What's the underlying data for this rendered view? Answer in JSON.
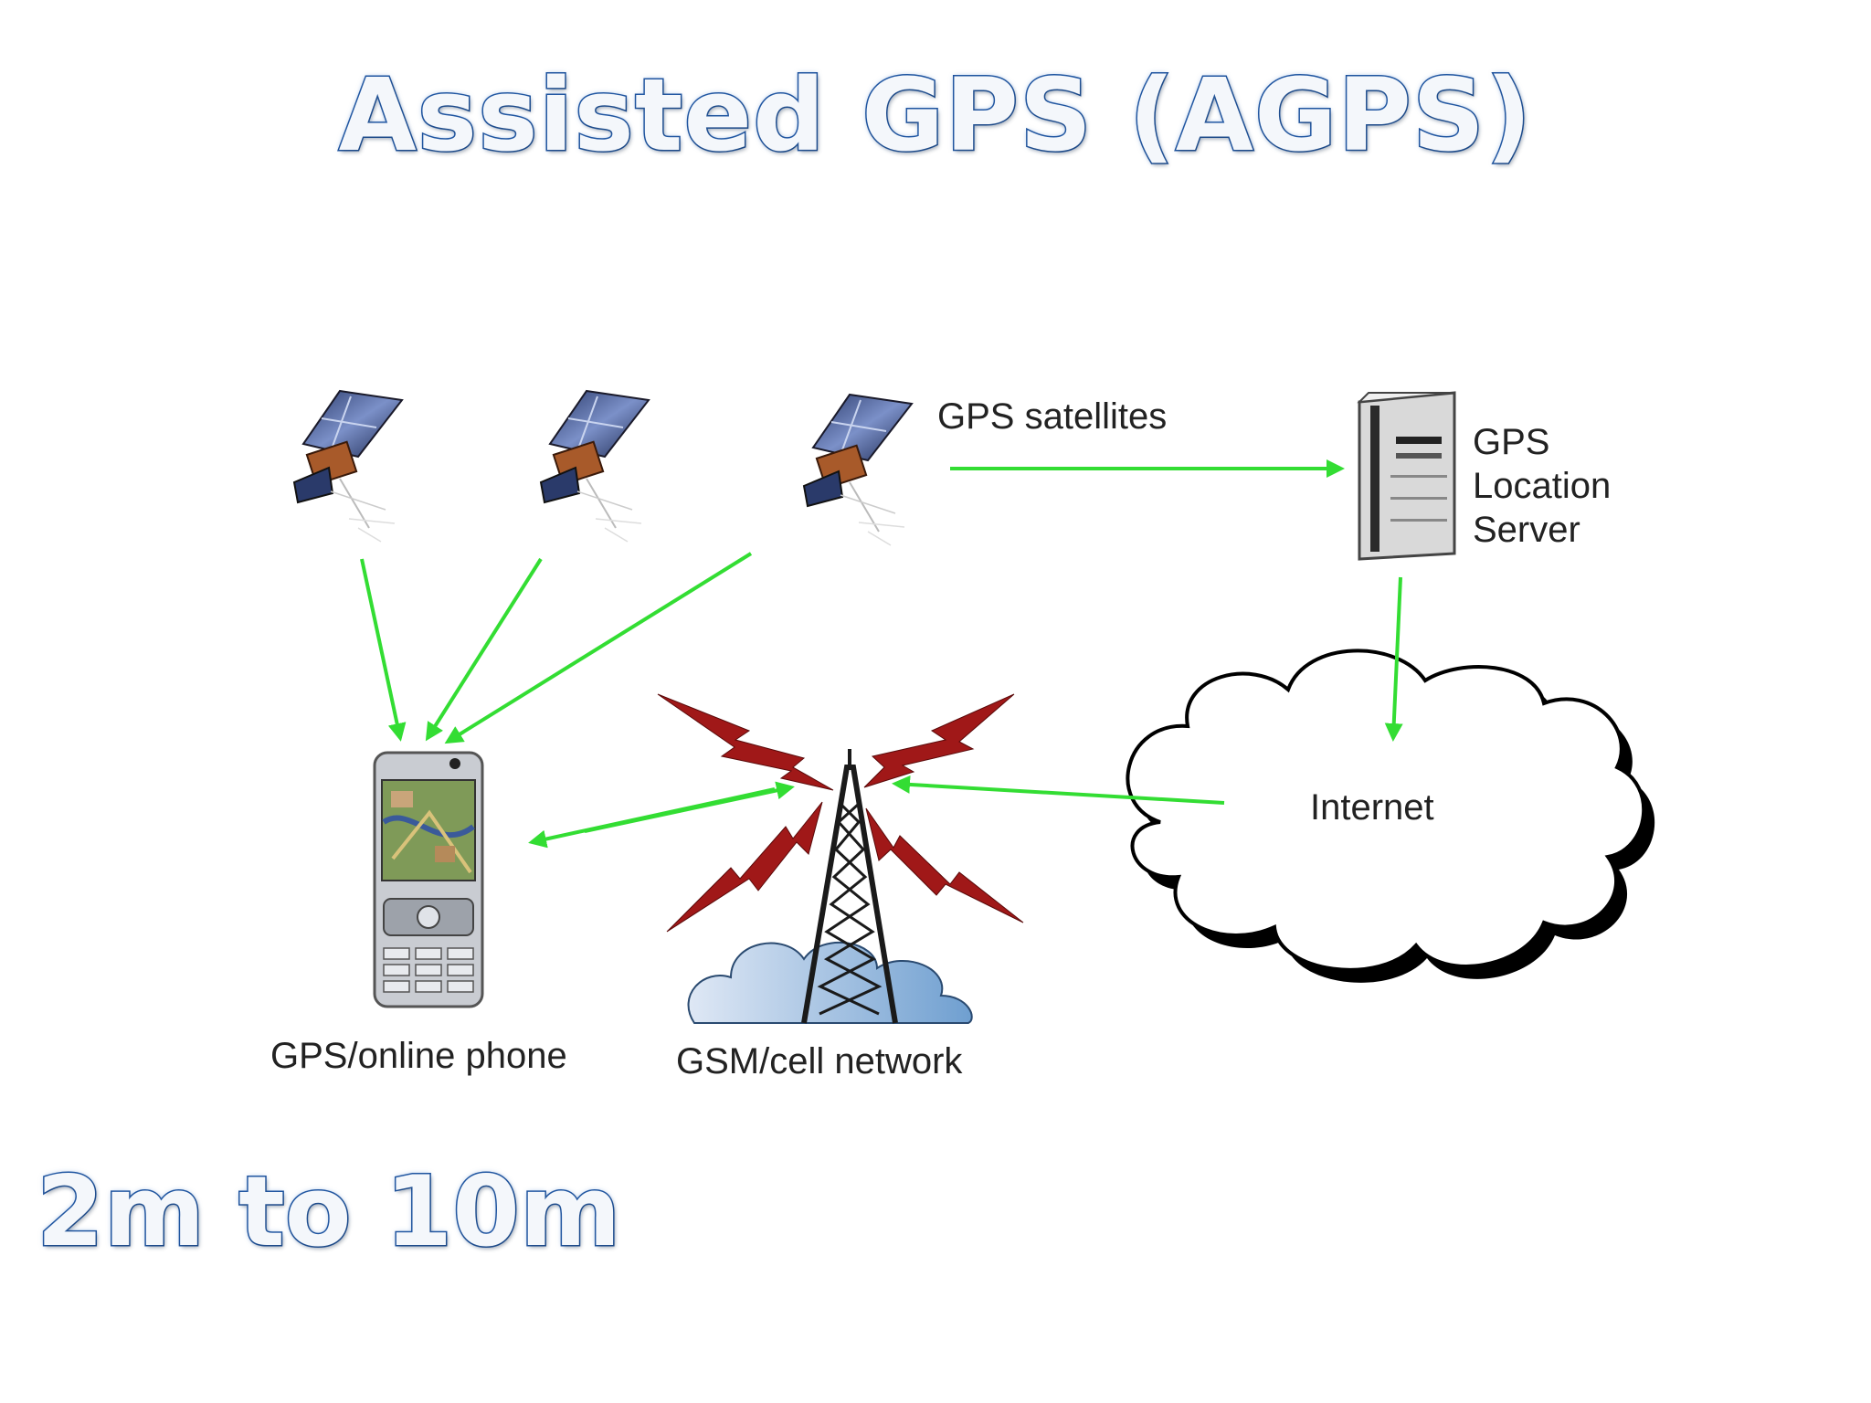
{
  "title": "Assisted GPS (AGPS)",
  "accuracy": "2m to 10m",
  "labels": {
    "satellites": "GPS satellites",
    "server_line1": "GPS",
    "server_line2": "Location",
    "server_line3": "Server",
    "internet": "Internet",
    "phone": "GPS/online phone",
    "network": "GSM/cell network"
  },
  "colors": {
    "arrow": "#33dd33",
    "title_fill": "#f4f7fb",
    "title_outline": "#1b4f99",
    "lightning": "#a01818"
  }
}
